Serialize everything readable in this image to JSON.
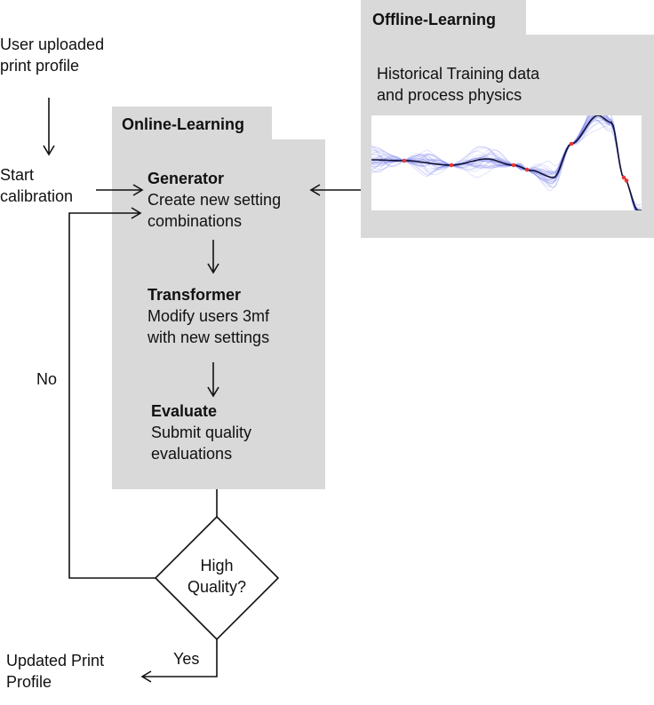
{
  "inputs": {
    "profile_line1": "User uploaded",
    "profile_line2": "print profile",
    "start_line1": "Start",
    "start_line2": "calibration"
  },
  "offline": {
    "title": "Offline-Learning",
    "desc_line1": "Historical Training data",
    "desc_line2": "and process physics"
  },
  "online": {
    "title": "Online-Learning",
    "generator": {
      "title": "Generator",
      "line1": "Create new setting",
      "line2": "combinations"
    },
    "transformer": {
      "title": "Transformer",
      "line1": "Modify users 3mf",
      "line2": "with new settings"
    },
    "evaluate": {
      "title": "Evaluate",
      "line1": "Submit quality",
      "line2": "evaluations"
    }
  },
  "decision": {
    "line1": "High",
    "line2": "Quality?",
    "no_label": "No",
    "yes_label": "Yes"
  },
  "output": {
    "line1": "Updated Print",
    "line2": "Profile"
  },
  "colors": {
    "box_fill": "#d9d9d9",
    "sample_curves": "#5b63e6",
    "mean_curve": "#111133",
    "observations": "#e53935"
  }
}
